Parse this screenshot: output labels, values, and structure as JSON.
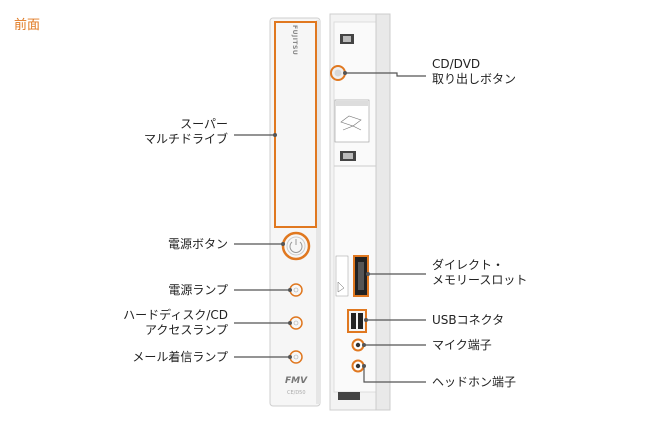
{
  "title": "前面",
  "brand": "FUJITSU",
  "fmv": "FMV",
  "model": "CE/D50",
  "labels": {
    "super_multi_drive": [
      "スーパー",
      "マルチドライブ"
    ],
    "power_button": "電源ボタン",
    "power_lamp": "電源ランプ",
    "hdd_access_lamp": [
      "ハードディスク/CD",
      "アクセスランプ"
    ],
    "mail_lamp": "メール着信ランプ",
    "cd_eject_button": [
      "CD/DVD",
      "取り出しボタン"
    ],
    "direct_memory_slot": [
      "ダイレクト・",
      "メモリースロット"
    ],
    "usb_connector": "USBコネクタ",
    "mic_jack": "マイク端子",
    "headphone_jack": "ヘッドホン端子"
  },
  "colors": {
    "accent": "#e07820",
    "callout_line": "#555555",
    "case": "#f4f4f4"
  }
}
